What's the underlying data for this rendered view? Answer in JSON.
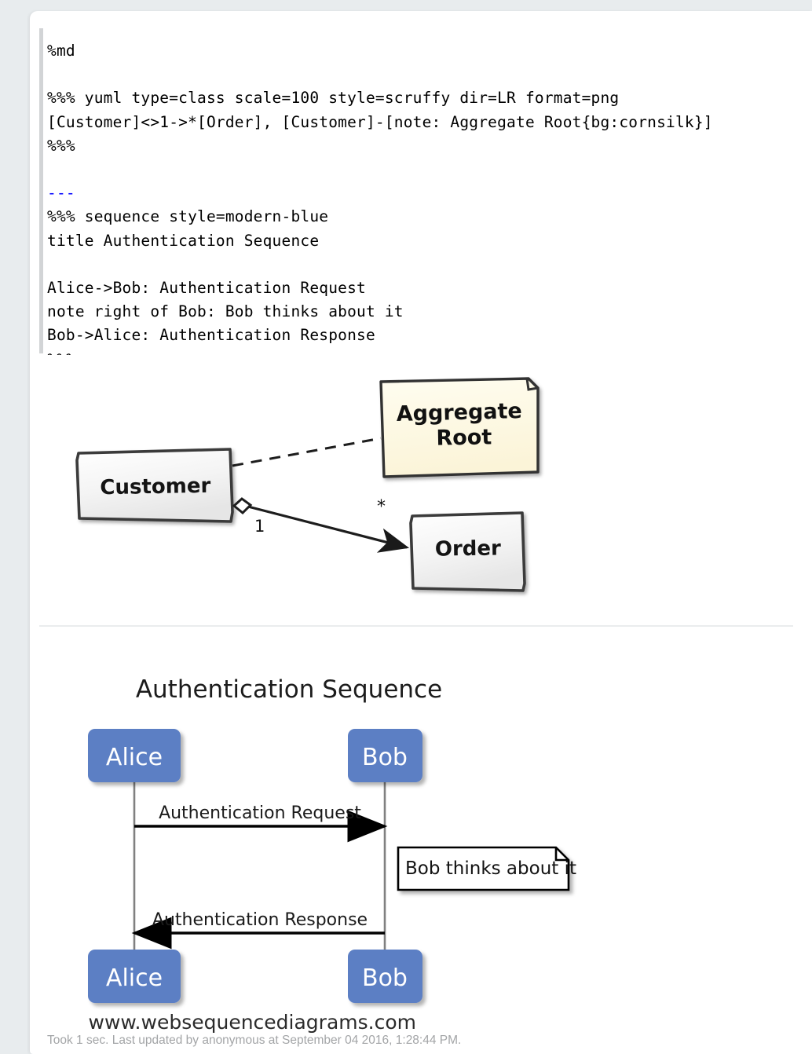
{
  "card": {
    "background_color": "#ffffff",
    "page_background_color": "#e8ecee"
  },
  "editor": {
    "name": "code-editor",
    "gutter_color": "#d2d4d6",
    "lines": [
      "%md",
      "",
      "%%% yuml type=class scale=100 style=scruffy dir=LR format=png",
      "[Customer]<>1->*[Order], [Customer]-[note: Aggregate Root{bg:cornsilk}]",
      "%%%",
      "",
      "---",
      "%%% sequence style=modern-blue",
      "title Authentication Sequence",
      "",
      "Alice->Bob: Authentication Request",
      "note right of Bob: Bob thinks about it",
      "Bob->Alice: Authentication Response",
      "%%%"
    ],
    "highlight_token": "---",
    "highlight_color": "#0000ff",
    "text_color": "#000000"
  },
  "yuml_diagram": {
    "name": "yuml-class-diagram",
    "style": "scruffy",
    "direction": "LR",
    "classes": [
      {
        "id": "customer",
        "label": "Customer",
        "fill": "#f0f0f0"
      },
      {
        "id": "order",
        "label": "Order",
        "fill": "#f0f0f0"
      }
    ],
    "note": {
      "id": "aggregate-root-note",
      "label_line1": "Aggregate",
      "label_line2": "Root",
      "fill": "#fdf8e0",
      "bg_keyword": "cornsilk"
    },
    "relations": [
      {
        "from": "customer",
        "to": "order",
        "type": "aggregation",
        "source_multiplicity": "1",
        "target_multiplicity": "*"
      },
      {
        "from": "customer",
        "to": "aggregate-root-note",
        "type": "dashed-link"
      }
    ]
  },
  "sequence_diagram": {
    "name": "authentication-sequence-diagram",
    "title": "Authentication Sequence",
    "style": "modern-blue",
    "actor_fill": "#5b7fc4",
    "actor_text_color": "#ffffff",
    "participants": [
      "Alice",
      "Bob"
    ],
    "messages": [
      {
        "from": "Alice",
        "to": "Bob",
        "label": "Authentication Request",
        "direction": "right"
      },
      {
        "from": "Bob",
        "to": "Alice",
        "label": "Authentication Response",
        "direction": "left"
      }
    ],
    "notes": [
      {
        "anchor": "Bob",
        "position": "right",
        "label": "Bob thinks about it"
      }
    ],
    "watermark": "www.websequencediagrams.com"
  },
  "footer": {
    "status": "Took 1 sec. Last updated by anonymous at September 04 2016, 1:28:44 PM."
  }
}
